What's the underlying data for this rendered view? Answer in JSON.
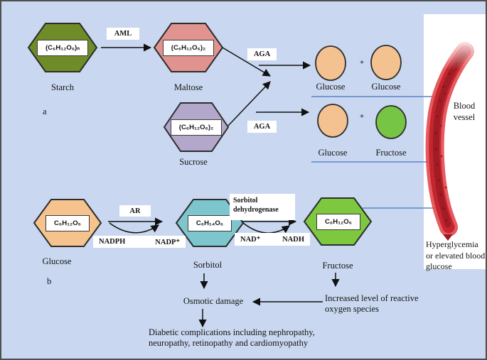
{
  "colors": {
    "background": "#c9d8f0",
    "frame": "#4f4f4f",
    "starch_fill": "#6e8c28",
    "maltose_fill": "#e0938f",
    "sucrose_fill": "#b4a7cc",
    "glucose_hex_fill": "#f6c28e",
    "sorbitol_fill": "#7ec6ce",
    "fructose_hex_fill": "#7dc83f",
    "glucose_circle_fill": "#f4c191",
    "fructose_circle_fill": "#77c544",
    "shape_stroke": "#2d2d2d",
    "arrow_black": "#111111",
    "connector_blue": "#5b86c6",
    "vessel_outer": "#e4484e",
    "vessel_mid": "#c4262e",
    "vessel_core": "#9c1b23",
    "panel_white": "#ffffff"
  },
  "panel_a": {
    "section_label": "a",
    "starch": {
      "formula": "(C₆H₁₂O₆)ₙ",
      "label": "Starch"
    },
    "maltose": {
      "formula": "(C₆H₁₂O₆)₂",
      "label": "Maltose"
    },
    "sucrose": {
      "formula": "(C₆H₁₂O₆)₂",
      "label": "Sucrose"
    },
    "enzyme_aml": "AML",
    "enzyme_aga_top": "AGA",
    "enzyme_aga_bottom": "AGA",
    "plus_top": "+",
    "plus_bottom": "+",
    "product_top_left": "Glucose",
    "product_top_right": "Glucose",
    "product_bottom_left": "Glucose",
    "product_bottom_right": "Fructose"
  },
  "panel_b": {
    "section_label": "b",
    "glucose": {
      "formula": "C₆H₁₂O₆",
      "label": "Glucose"
    },
    "sorbitol": {
      "formula": "C₆H₁₄O₆",
      "label": "Sorbitol"
    },
    "fructose": {
      "formula": "C₆H₁₂O₆",
      "label": "Fructose"
    },
    "enzyme_ar": "AR",
    "cofactor_nadph": "NADPH",
    "cofactor_nadp": "NADP⁺",
    "enzyme_sdh": "Sorbitol dehydrogenase",
    "cofactor_nad": "NAD⁺",
    "cofactor_nadh": "NADH"
  },
  "vessel": {
    "label": "Blood vessel",
    "caption": "Hyperglycemia or elevated blood glucose"
  },
  "outcomes": {
    "osmotic": "Osmotic damage",
    "ros_line1": "Increased level of reactive",
    "ros_line2": "oxygen species",
    "diabetic_line1": "Diabetic complications including nephropathy,",
    "diabetic_line2": "neuropathy, retinopathy and cardiomyopathy"
  }
}
